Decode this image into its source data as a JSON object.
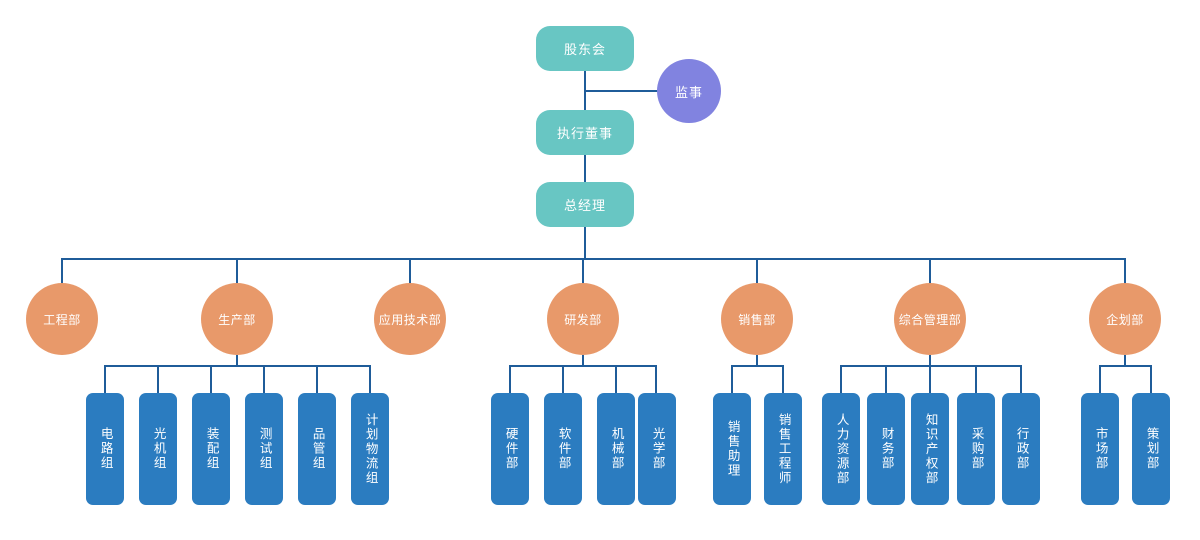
{
  "chart_title": "",
  "colors": {
    "line": "#1f5c99",
    "teal": "#68c6c3",
    "purple": "#8183e0",
    "orange": "#e8996a",
    "blue": "#2b7cc0",
    "text": "#ffffff",
    "background": "#ffffff"
  },
  "top": {
    "shareholders": "股东会",
    "supervisor": "监事",
    "executive_director": "执行董事",
    "general_manager": "总经理"
  },
  "departments": [
    {
      "id": "engineering",
      "label": "工程部",
      "children": []
    },
    {
      "id": "production",
      "label": "生产部",
      "children": [
        "电路组",
        "光机组",
        "装配组",
        "测试组",
        "品管组",
        "计划物流组"
      ]
    },
    {
      "id": "application-technology",
      "label": "应用技术部",
      "children": []
    },
    {
      "id": "research-development",
      "label": "研发部",
      "children": [
        "硬件部",
        "软件部",
        "机械部",
        "光学部"
      ]
    },
    {
      "id": "sales",
      "label": "销售部",
      "children": [
        "销售助理",
        "销售工程师"
      ]
    },
    {
      "id": "general-management",
      "label": "综合管理部",
      "children": [
        "人力资源部",
        "财务部",
        "知识产权部",
        "采购部",
        "行政部"
      ]
    },
    {
      "id": "planning",
      "label": "企划部",
      "children": [
        "市场部",
        "策划部"
      ]
    }
  ]
}
